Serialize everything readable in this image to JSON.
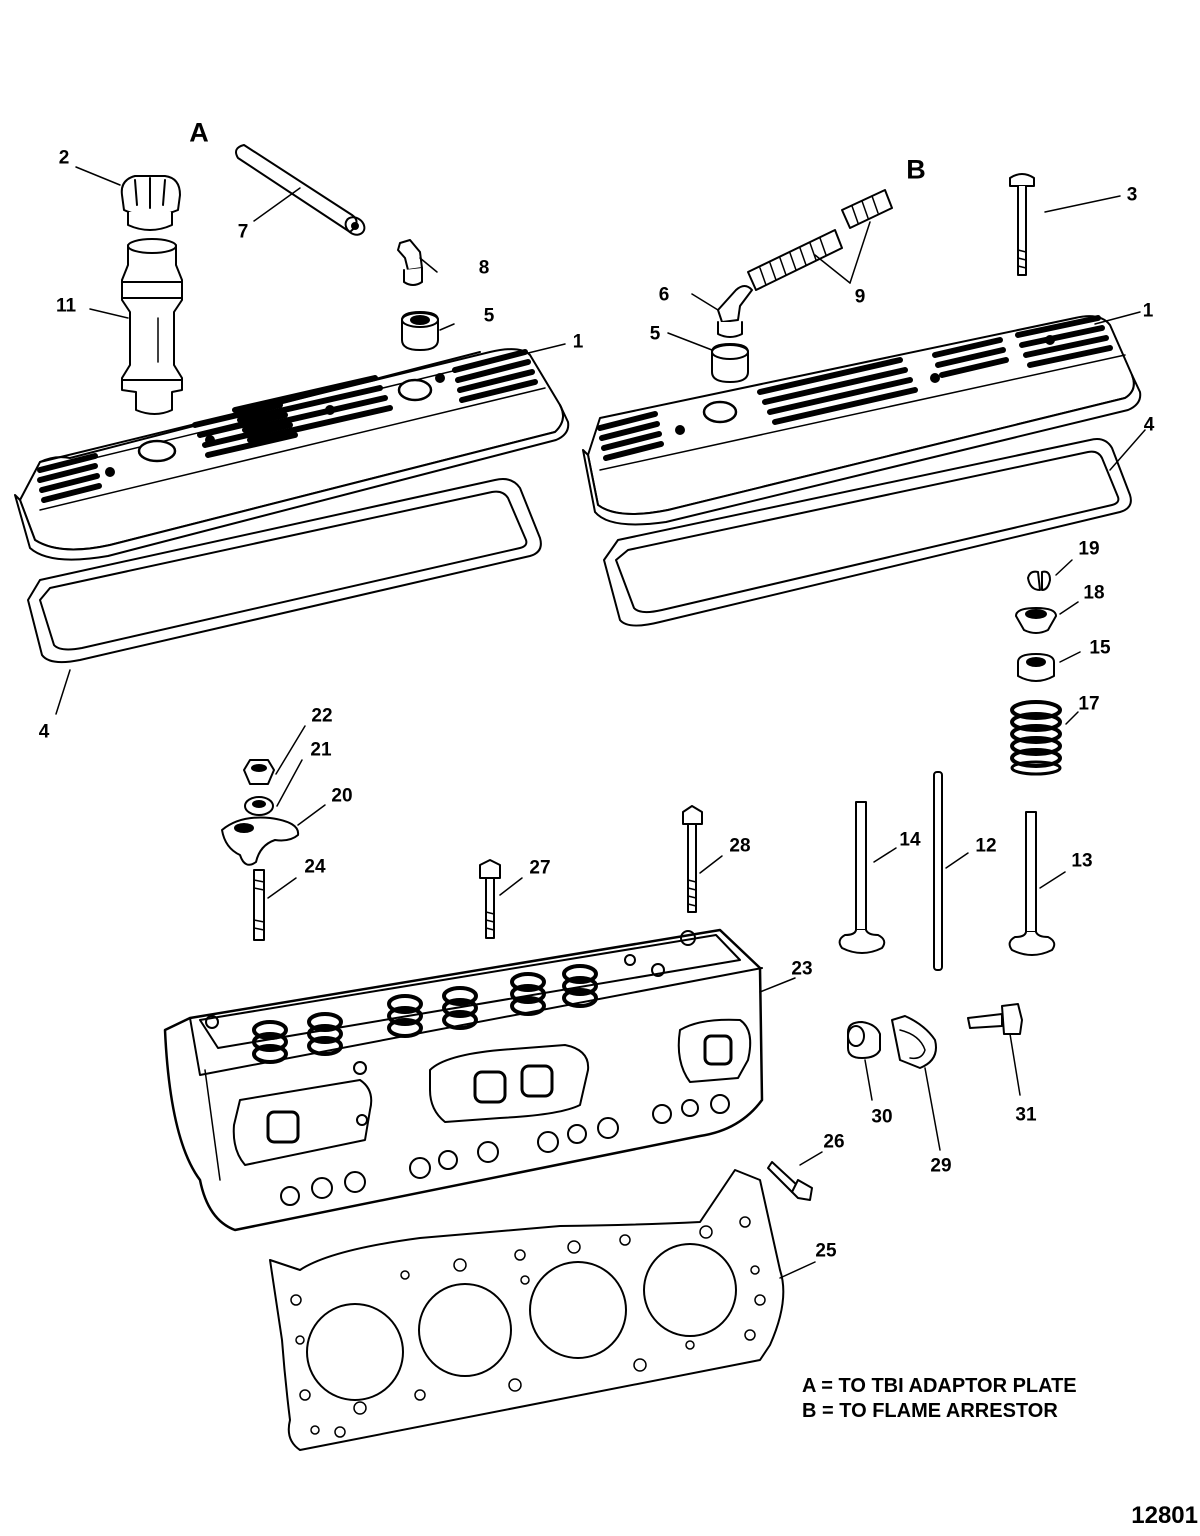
{
  "callouts": {
    "A": "A",
    "B": "B",
    "n1a": "1",
    "n1b": "1",
    "n2": "2",
    "n3": "3",
    "n4a": "4",
    "n4b": "4",
    "n5a": "5",
    "n5b": "5",
    "n6": "6",
    "n7": "7",
    "n8": "8",
    "n9": "9",
    "n11": "11",
    "n12": "12",
    "n13": "13",
    "n14": "14",
    "n15": "15",
    "n17": "17",
    "n18": "18",
    "n19": "19",
    "n20": "20",
    "n21": "21",
    "n22": "22",
    "n23": "23",
    "n24": "24",
    "n25": "25",
    "n26": "26",
    "n27": "27",
    "n28": "28",
    "n29": "29",
    "n30": "30",
    "n31": "31"
  },
  "legend": {
    "line_a": "A = TO TBI ADAPTOR PLATE",
    "line_b": "B = TO FLAME ARRESTOR"
  },
  "figure_number": "12801"
}
